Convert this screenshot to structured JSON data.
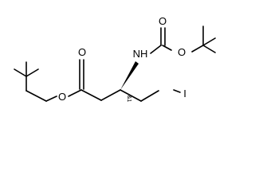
{
  "molecule": {
    "atoms": {
      "ester_carbonyl_o": "O",
      "ester_o": "O",
      "nh": "NH",
      "carbamate_carbonyl_o": "O",
      "carbamate_o": "O",
      "iodine": "I"
    },
    "stereo_label": "&1"
  }
}
